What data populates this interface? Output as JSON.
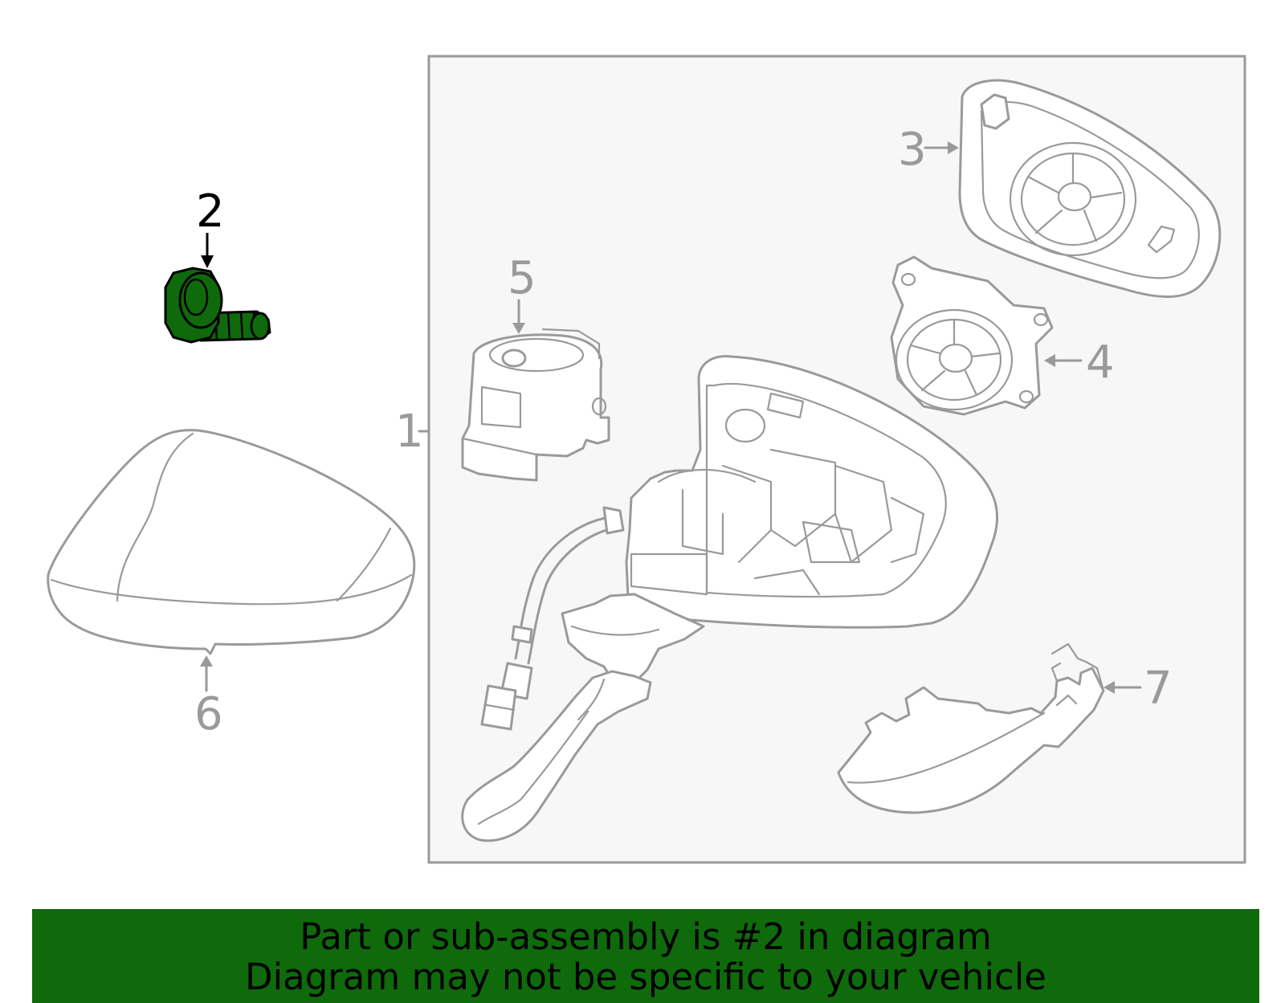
{
  "callouts": {
    "c1": "1",
    "c2": "2",
    "c3": "3",
    "c4": "4",
    "c5": "5",
    "c6": "6",
    "c7": "7"
  },
  "banner": {
    "line1": "Part or sub-assembly is #2 in diagram",
    "line2": "Diagram may not be specific to your vehicle"
  },
  "colors": {
    "highlight": "#0f6a0c",
    "outline": "#9a9a9a",
    "panel": "#f7f7f7"
  }
}
